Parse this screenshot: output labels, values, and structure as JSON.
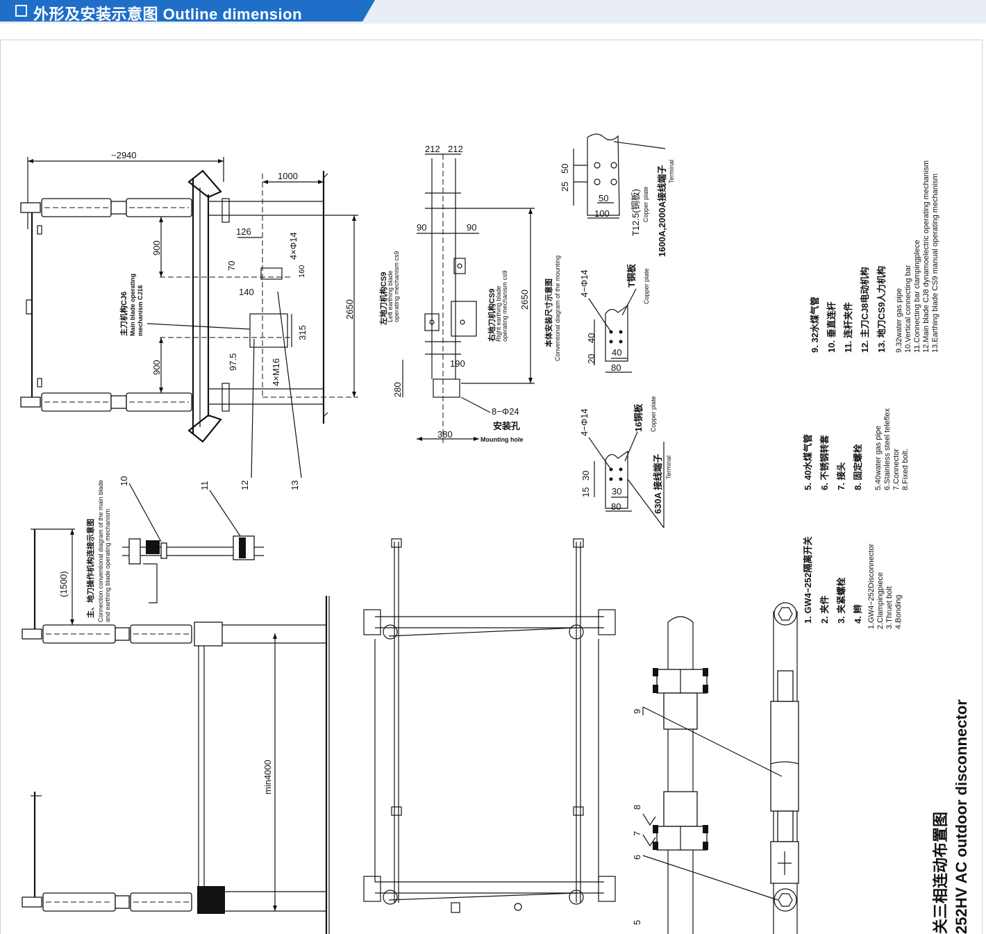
{
  "header": {
    "title": "外形及安装示意图 Outline dimension"
  },
  "dimensions": {
    "overall_length": "~2940",
    "d1000": "1000",
    "d900_top": "900",
    "d900_bottom": "900",
    "d126": "126",
    "d4phi14": "4×Φ14",
    "d70": "70",
    "d160": "160",
    "d140": "140",
    "d315": "315",
    "d97_5": "97.5",
    "d4m16": "4×M16",
    "d2650_left": "2650",
    "d1500": "(1500)",
    "min4000": "min4000",
    "d212a": "212",
    "d212b": "212",
    "d90a": "90",
    "d90b": "90",
    "d2650_mid": "2650",
    "d190": "190",
    "d280": "280",
    "d380": "380",
    "d8phi24": "8−Φ24",
    "d25": "25",
    "d50v": "50",
    "d50h": "50",
    "d100": "100",
    "d4phi14_b": "4−Φ14",
    "d40a": "40",
    "d20": "20",
    "d40b": "40",
    "d80a": "80",
    "d4phi14_c": "4−Φ14",
    "d15": "15",
    "d30v": "30",
    "d30h": "30",
    "d80b": "80"
  },
  "labels": {
    "main_blade_cn": "主刀机构CJ6",
    "main_blade_en1": "Main blade operating",
    "main_blade_en2": "mechanism CJ16",
    "left_earth_cn": "左地刀机构CS9",
    "left_earth_en1": "Left earthing blade",
    "left_earth_en2": "operating mechanism cs9",
    "right_earth_cn": "右地刀机构CS9",
    "right_earth_en1": "Right earthing blade",
    "right_earth_en2": "operating mechanism cs9",
    "mount_cn": "本体安装尺寸示意图",
    "mount_en": "Conventional diagram of the mounting",
    "mount_hole_cn": "安装孔",
    "mount_hole_en": "Mounting hole",
    "t125_cn": "T12.5(铜板)",
    "t125_en": "Copper plate",
    "terminal1600_cn": "1600A,2000A接线端子",
    "terminal1600_en": "Terminal",
    "tplate_cn": "T铜板",
    "tplate_en": "Copper plate",
    "plate16_cn": "16铜板",
    "plate16_en": "Copper plate",
    "terminal630_cn": "630A 接线端子",
    "terminal630_en": "Terminal",
    "connection_cn": "主、地刀操作机构连接示意图",
    "connection_en1": "Connection conventional diagram of the main blade",
    "connection_en2": "and earthing blade operating mechanism",
    "layout_cn": "关三相连动布置图",
    "layout_en": "252HV AC outdoor disconnector"
  },
  "callouts": [
    "5",
    "6",
    "7",
    "8",
    "9",
    "10",
    "11",
    "12",
    "13"
  ],
  "legend": {
    "group1_cn": [
      "1. GW4−252隔离开关",
      "2. 夹件",
      "3. 夹紧螺栓",
      "4. 辫"
    ],
    "group1_en": [
      "1.GW4−252Disconnector",
      "2.Clampingpiece",
      "3.Thruet bolt",
      "4.Bonding"
    ],
    "group2_cn": [
      "5. 40水煤气管",
      "6. 不锈钢转套",
      "7. 接头",
      "8. 固定螺栓"
    ],
    "group2_en": [
      "5.40water gas pipe",
      "6.Stainless steel teleflex",
      "7.Connector",
      "8.Fixed bolt."
    ],
    "group3_cn": [
      "9.  32水煤气管",
      "10. 垂直连杆",
      "11. 连杆夹件",
      "12. 主刀CJ8电动机构",
      "13. 地刀CS9人力机构"
    ],
    "group3_en": [
      "9.32water gas pipe",
      "10.Vertical connecting bar",
      "11.Connecting bar clampingplece",
      "12.Main blade CJ8 dynamoelectric operating mechanism",
      "13.Earthing blade CS9 manual operating mechanism"
    ]
  }
}
